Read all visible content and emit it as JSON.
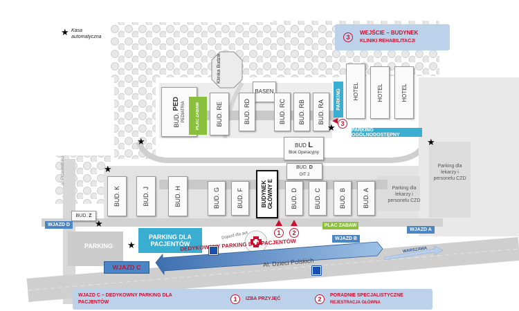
{
  "legend_kasa": "Kasa automatyczna",
  "entrance_box": {
    "number": "3",
    "line1": "WEJŚCIE – BUDYNEK",
    "line2": "KLINIKI REHABILITACJI"
  },
  "buildings": {
    "budzik": "Klinika Budzik",
    "basen": "BASEN",
    "ped_prefix": "BUD. ",
    "ped_letter": "PED",
    "ped_sub": "PEDIATRIA",
    "re": "BUD. RE",
    "rd": "BUD. RD",
    "rc": "BUD. RC",
    "rb": "BUD. RB",
    "ra": "BUD. RA",
    "hotel": "HOTEL",
    "bud_l_prefix": "BUD ",
    "bud_l_letter": "L",
    "bud_l_sub": "Blok Operacyjny",
    "bud_d_top_prefix": "BUD. ",
    "bud_d_top_letter": "D",
    "bud_d_top_sub": "OIT 2",
    "k": "BUD. K",
    "j": "BUD. J",
    "h": "BUD. H",
    "g": "BUD. G",
    "f": "BUD. F",
    "e_line1": "BUDYNEK",
    "e_line2": "GŁÓWNY E",
    "d": "BUD. D",
    "c": "BUD. C",
    "b": "BUD. B",
    "a": "BUD. A",
    "z_prefix": "BUD. ",
    "z_letter": "Z"
  },
  "labels": {
    "plac_zabaw": "PLAC ZABAW",
    "parking_vertical": "PARKING",
    "parking_ogolnodostepny": "PARKING OGÓLNODOSTĘPNY",
    "parking_staff_right": "Parking dla lekarzy i personelu CZD",
    "parking_staff_mid": "Parking dla lekarzy i personelu CZD",
    "parking_dla_pacjentow_1": "PARKING DLA",
    "parking_dla_pacjentow_2": "PACJENTÓW",
    "parking_left": "PARKING",
    "wjazd_d": "WJAZD D",
    "wjazd_a": "WJAZD A",
    "wjazd_b": "WJAZD B",
    "wjazd_c": "WJAZD C",
    "dedykowany": "DEDYKOWANY PARKING DLA PACJENTÓW",
    "warszawa": "WARSZAWA",
    "dojazd": "Dojazd dla aut",
    "street_main": "Al. Dzieci Polskich",
    "street_left": "ul. Przewodnika"
  },
  "markers": {
    "m1": "1",
    "m2": "2",
    "m3": "3"
  },
  "bottom_legend": {
    "c_line1": "WJAZD C – DEDYKOWNY PARKING DLA",
    "c_line2": "PACJENTÓW",
    "item1_num": "1",
    "item1_label": "IZBA PRZYJĘĆ",
    "item2_num": "2",
    "item2_line1": "PORADNIE SPECJALISTYCZNE",
    "item2_line2": "REJESTRACJA GŁÓWNA"
  },
  "colors": {
    "red": "#c8102e",
    "teal": "#3aaed1",
    "green": "#8bbf3e",
    "wjazd_blue": "#4a86c5",
    "legend_bg": "#bcd2ea"
  }
}
